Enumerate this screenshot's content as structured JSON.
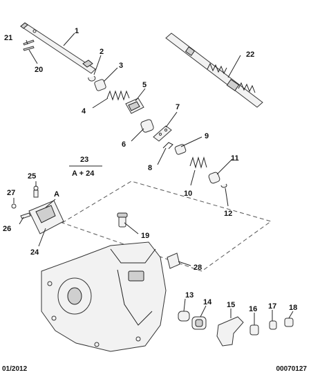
{
  "callouts": {
    "c1": "1",
    "c2": "2",
    "c3": "3",
    "c4": "4",
    "c5": "5",
    "c6": "6",
    "c7": "7",
    "c8": "8",
    "c9": "9",
    "c10": "10",
    "c11": "11",
    "c12": "12",
    "c13": "13",
    "c14": "14",
    "c15": "15",
    "c16": "16",
    "c17": "17",
    "c18": "18",
    "c19": "19",
    "c20": "20",
    "c21": "21",
    "c22": "22",
    "c23": "23",
    "c24": "24",
    "c25": "25",
    "c26": "26",
    "c27": "27",
    "c28": "28",
    "cA": "A"
  },
  "kit_formula": "A + 24",
  "footer": {
    "date": "01/2012",
    "ref": "00070127"
  }
}
